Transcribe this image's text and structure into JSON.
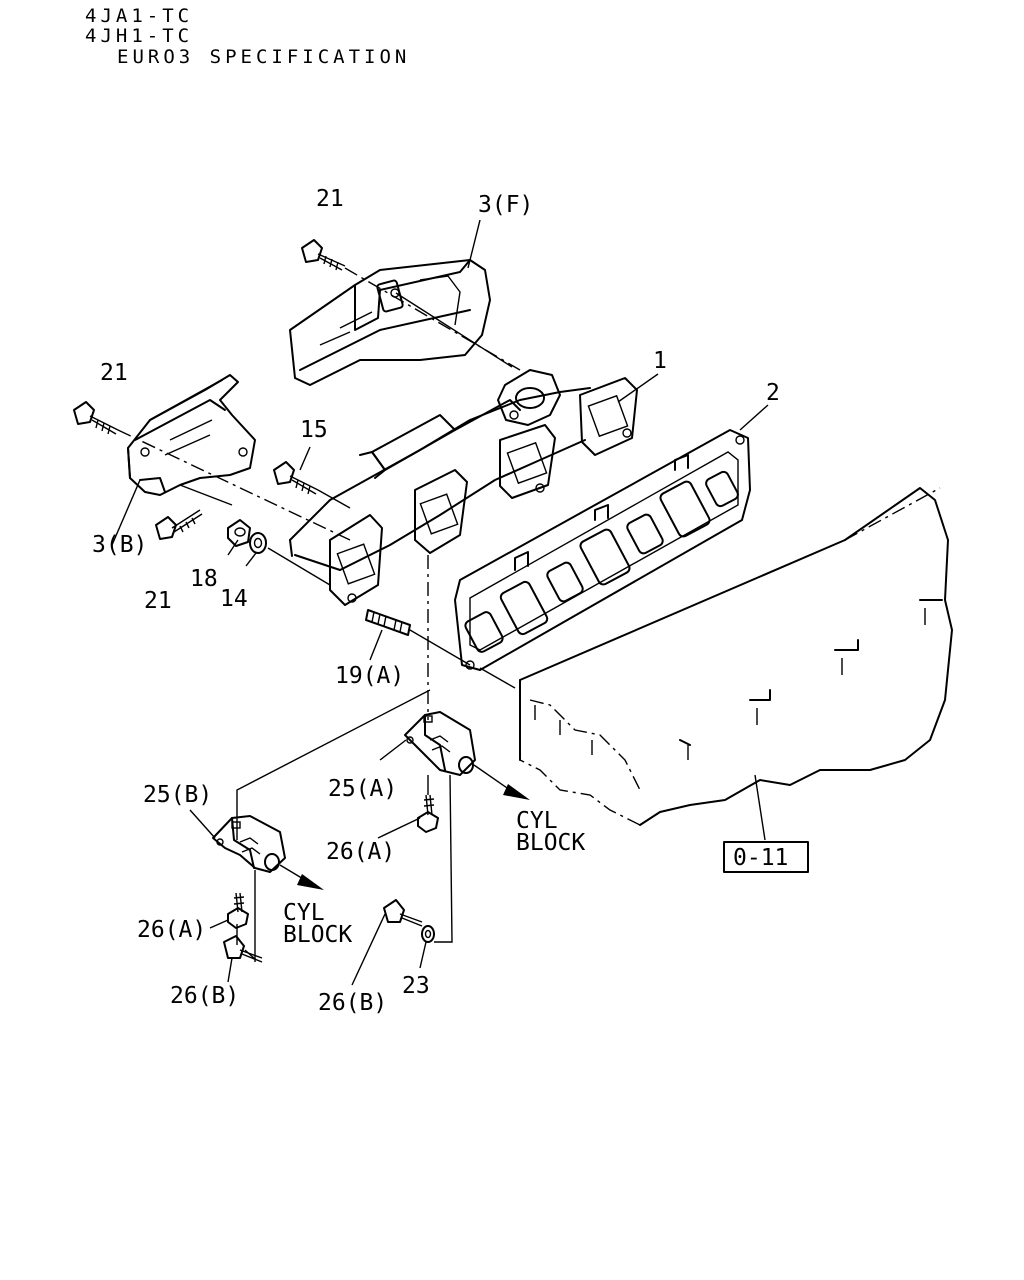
{
  "header": {
    "lines": [
      "4JA1-TC",
      "4JH1-TC",
      "EURO3 SPECIFICATION"
    ]
  },
  "callouts": {
    "c21_top": "21",
    "c3F": "3(F)",
    "c1": "1",
    "c2": "2",
    "c21_left": "21",
    "c15": "15",
    "c3B": "3(B)",
    "c21_bottom": "21",
    "c18": "18",
    "c14": "14",
    "c19A": "19(A)",
    "c25B": "25(B)",
    "c25A": "25(A)",
    "c26A_right": "26(A)",
    "c26A_left": "26(A)",
    "c26B_left": "26(B)",
    "c26B_right": "26(B)",
    "c23": "23",
    "cyl1_a": "CYL",
    "cyl1_b": "BLOCK",
    "cyl2_a": "CYL",
    "cyl2_b": "BLOCK",
    "ref_box": "0-11"
  },
  "icons": [
    "bolt-icon",
    "nut-icon",
    "washer-icon",
    "stud-icon",
    "arrow-icon"
  ]
}
